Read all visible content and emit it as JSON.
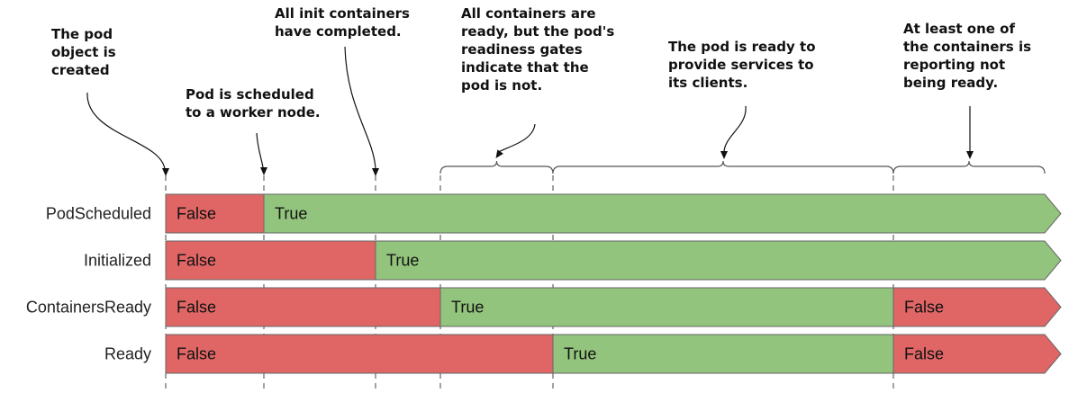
{
  "annotations": {
    "created": [
      "The pod",
      "object is",
      "created"
    ],
    "scheduled": [
      "Pod is scheduled",
      "to a worker node."
    ],
    "init_done": [
      "All init containers",
      "have completed."
    ],
    "readiness_gates": [
      "All containers are",
      "ready, but the pod's",
      "readiness gates",
      "indicate that the",
      "pod is not."
    ],
    "ready": [
      "The pod is ready to",
      "provide services to",
      "its clients."
    ],
    "not_ready": [
      "At least one of",
      "the containers is",
      "reporting not",
      "being ready."
    ]
  },
  "conditions": [
    {
      "name": "PodScheduled",
      "segments": [
        {
          "label": "False",
          "state": false
        },
        {
          "label": "True",
          "state": true
        }
      ]
    },
    {
      "name": "Initialized",
      "segments": [
        {
          "label": "False",
          "state": false
        },
        {
          "label": "True",
          "state": true
        }
      ]
    },
    {
      "name": "ContainersReady",
      "segments": [
        {
          "label": "False",
          "state": false
        },
        {
          "label": "True",
          "state": true
        },
        {
          "label": "False",
          "state": false
        }
      ]
    },
    {
      "name": "Ready",
      "segments": [
        {
          "label": "False",
          "state": false
        },
        {
          "label": "True",
          "state": true
        },
        {
          "label": "False",
          "state": false
        }
      ]
    }
  ],
  "colors": {
    "false": "#e06666",
    "true": "#93c47d",
    "border": "#666666",
    "dash": "#444444"
  }
}
